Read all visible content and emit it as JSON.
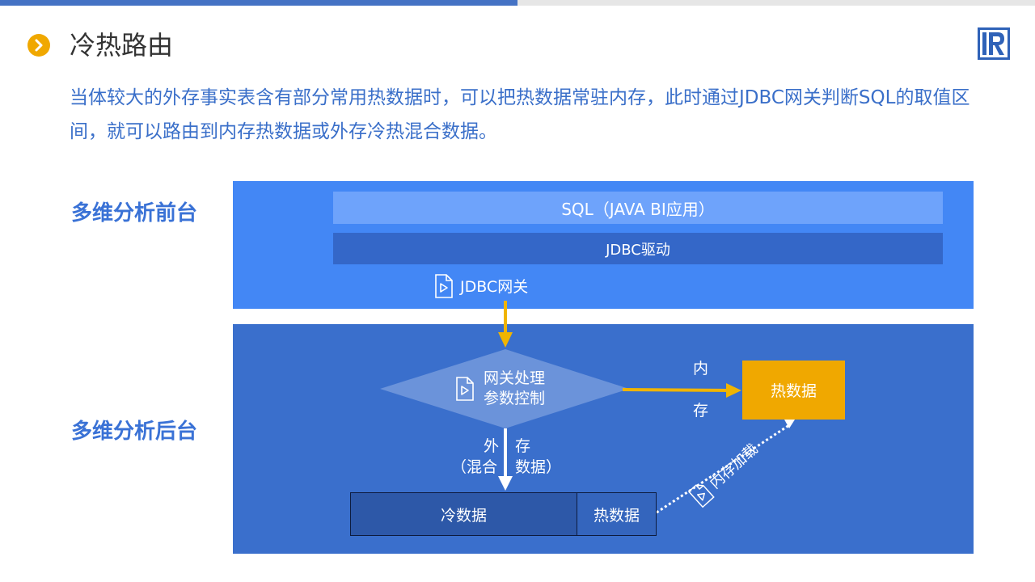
{
  "header": {
    "title": "冷热路由",
    "intro": "当体较大的外存事实表含有部分常用热数据时，可以把热数据常驻内存，此时通过JDBC网关判断SQL的取值区间，就可以路由到内存热数据或外存冷热混合数据。"
  },
  "labels": {
    "front": "多维分析前台",
    "back": "多维分析后台"
  },
  "front": {
    "sql": "SQL（JAVA BI应用）",
    "driver": "JDBC驱动",
    "gateway": "JDBC网关"
  },
  "back": {
    "diamond_line1": "网关处理",
    "diamond_line2": "参数控制",
    "memory_char1": "内",
    "memory_char2": "存",
    "hot_target": "热数据",
    "external_left1": "外",
    "external_left2": "（混合",
    "external_right1": "存",
    "external_right2": "数据）",
    "cold": "冷数据",
    "hot": "热数据",
    "load": "内存加载"
  },
  "colors": {
    "accent": "#4472c4",
    "front_panel": "#4387f5",
    "back_panel": "#3a6fcc",
    "highlight": "#f0a800",
    "label_text": "#3a72d6"
  },
  "icons": {
    "title": "chevron-right-icon",
    "logo": "r-logo-icon",
    "file": "file-play-icon"
  }
}
